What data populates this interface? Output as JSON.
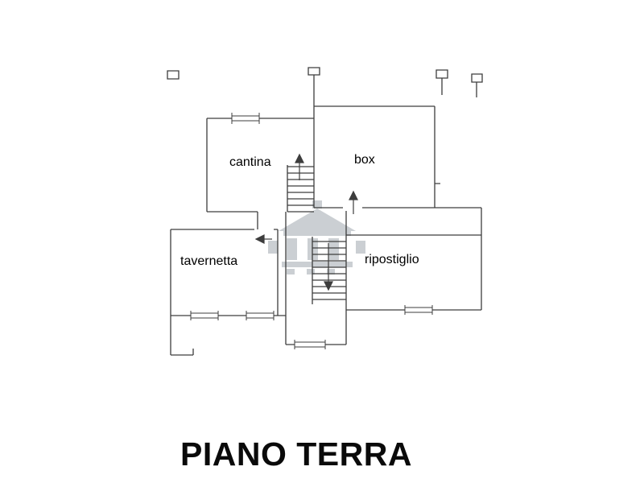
{
  "title": "PIANO TERRA",
  "floorplan": {
    "rooms": [
      {
        "label": "cantina"
      },
      {
        "label": "box"
      },
      {
        "label": "tavernetta"
      },
      {
        "label": "ripostiglio"
      }
    ],
    "watermark_icon": "house-logo-watermark",
    "colors": {
      "wall": "#3d3d3d",
      "watermark": "#98a0a8",
      "background": "#ffffff",
      "text": "#000000"
    }
  }
}
